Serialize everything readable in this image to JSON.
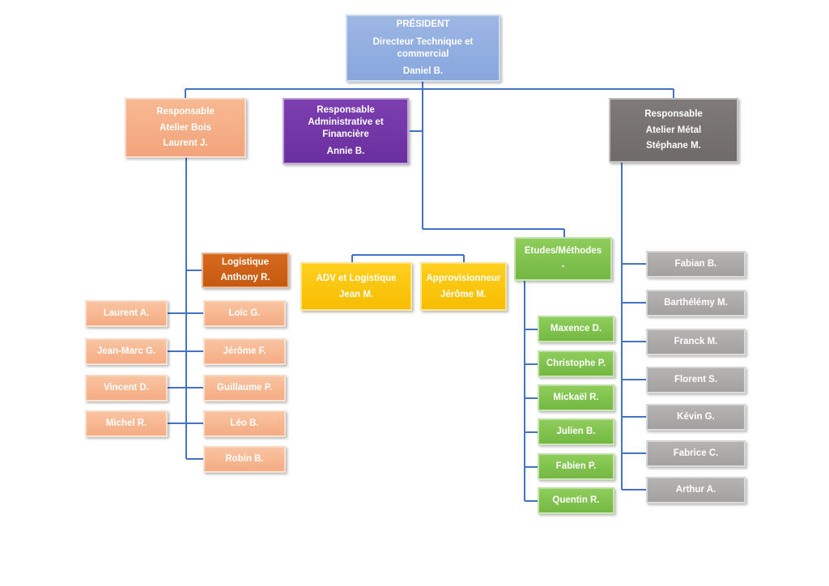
{
  "president": {
    "title": "PRÉSIDENT",
    "role": "Directeur Technique et commercial",
    "name": "Daniel B."
  },
  "atelier_bois": {
    "role1": "Responsable",
    "role2": "Atelier Bois",
    "name": "Laurent J."
  },
  "admin": {
    "role": "Responsable Administrative et Financière",
    "name": "Annie B."
  },
  "atelier_metal": {
    "role1": "Responsable",
    "role2": "Atelier Métal",
    "name": "Stéphane M."
  },
  "logistique": {
    "role": "Logistique",
    "name": "Anthony R."
  },
  "adv": {
    "role": "ADV et Logistique",
    "name": "Jean M."
  },
  "approv": {
    "role": "Approvisionneur",
    "name": "Jérôme M."
  },
  "etudes": {
    "role": "Etudes/Méthodes",
    "name": "-"
  },
  "bois_left": [
    "Laurent A.",
    "Jean-Marc G.",
    "Vincent D.",
    "Michel R."
  ],
  "bois_right": [
    "Loïc G.",
    "Jérôme F.",
    "Guillaume P.",
    "Léo B.",
    "Robin B."
  ],
  "etudes_team": [
    "Maxence D.",
    "Christophe P.",
    "Mickaël R.",
    "Julien B.",
    "Fabien P.",
    "Quentin R."
  ],
  "metal_team": [
    "Fabian B.",
    "Barthélémy M.",
    "Franck M.",
    "Florent S.",
    "Kévin G.",
    "Fabrice C.",
    "Arthur A."
  ],
  "colors": {
    "connector": "#4472c4",
    "president": "#8eaadb",
    "atelier_bois": "#f4b183",
    "admin": "#7030a0",
    "atelier_metal": "#757171",
    "logistique": "#c55a11",
    "yellow": "#ffc000",
    "green": "#70ad47",
    "grey": "#a5a5a5"
  }
}
